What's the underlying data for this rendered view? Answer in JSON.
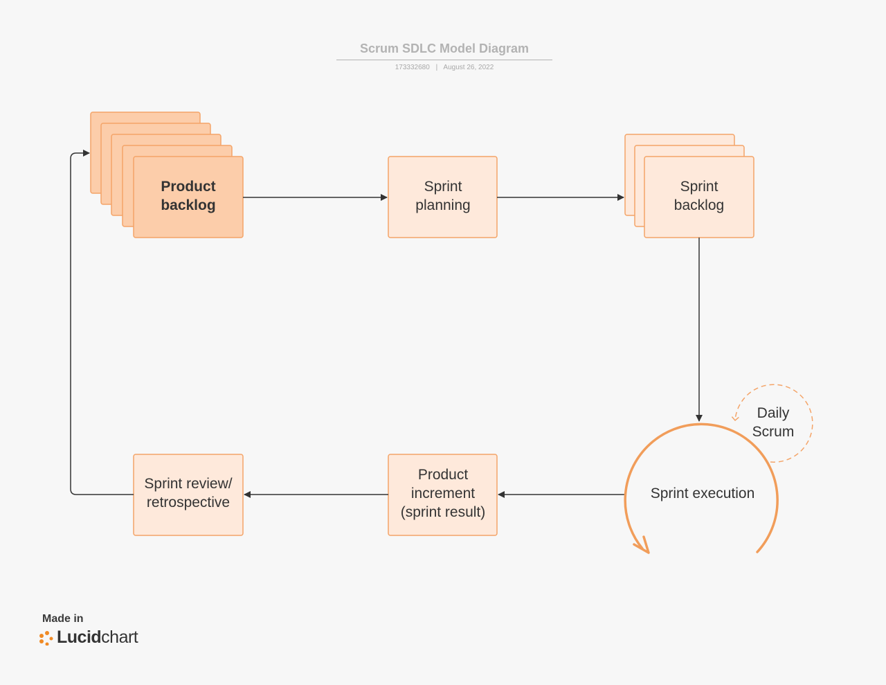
{
  "header": {
    "title": "Scrum SDLC Model Diagram",
    "doc_id": "173332680",
    "separator": "|",
    "date": "August 26, 2022"
  },
  "nodes": {
    "product_backlog": {
      "line1": "Product",
      "line2": "backlog"
    },
    "sprint_planning": {
      "line1": "Sprint",
      "line2": "planning"
    },
    "sprint_backlog": {
      "line1": "Sprint",
      "line2": "backlog"
    },
    "sprint_execution": {
      "label": "Sprint execution"
    },
    "daily_scrum": {
      "line1": "Daily",
      "line2": "Scrum"
    },
    "product_increment": {
      "line1": "Product",
      "line2": "increment",
      "line3": "(sprint result)"
    },
    "sprint_review": {
      "line1": "Sprint review/",
      "line2": "retrospective"
    }
  },
  "footer": {
    "made_in": "Made in",
    "brand_strong": "Lucid",
    "brand_light": "chart"
  },
  "colors": {
    "background": "#f7f7f7",
    "box_fill": "#fee9db",
    "box_fill_primary": "#fccdaa",
    "box_stroke": "#f4a468",
    "cycle_stroke": "#f19d5a",
    "connector": "#333333"
  },
  "icons": {
    "logo": "lucidchart-logo-icon"
  }
}
